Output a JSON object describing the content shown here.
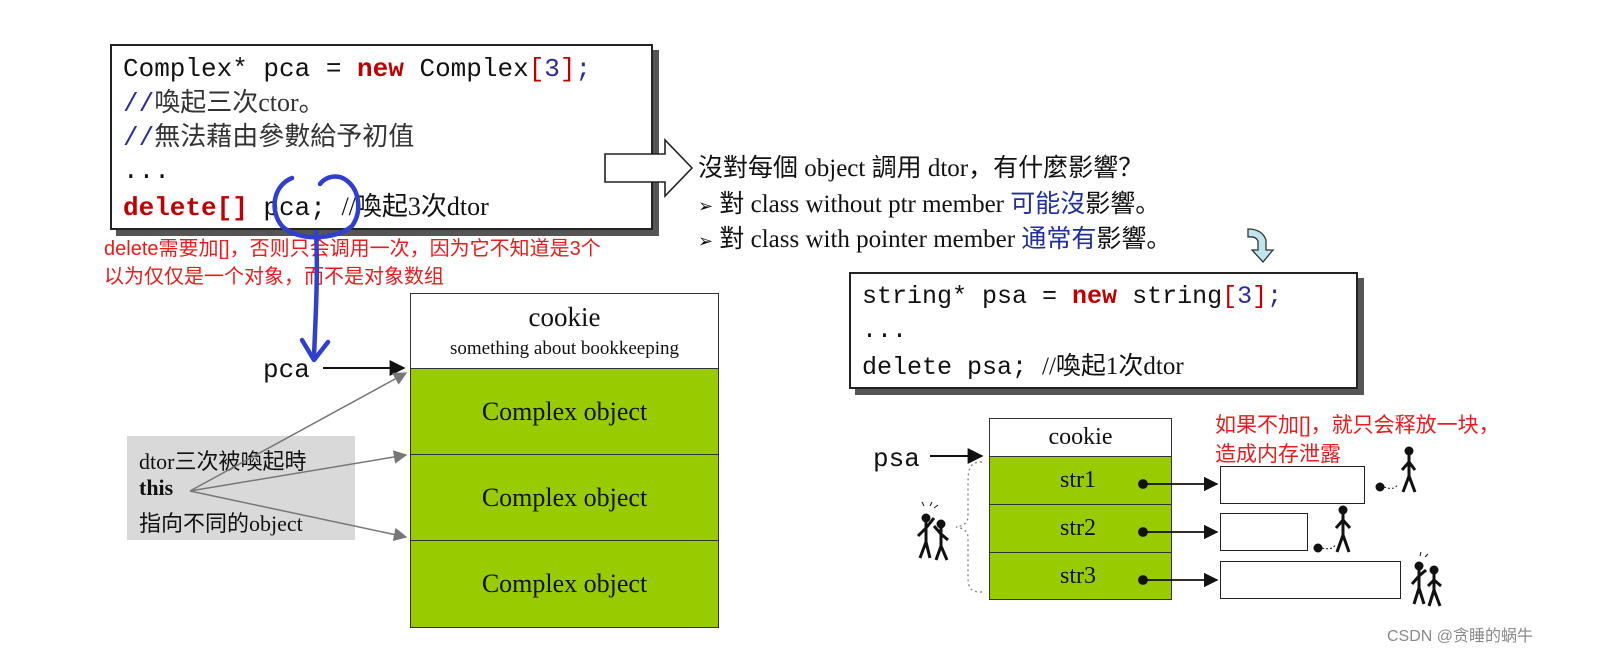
{
  "left_code": {
    "line1": {
      "a": "Complex* pca = ",
      "kw": "new",
      "b": " Complex",
      "br1": "[",
      "num": "3",
      "br2": "]",
      "semi": ";"
    },
    "line2": {
      "mark": "//",
      "text": "喚起三次ctor。"
    },
    "line3": {
      "mark": "//",
      "text": "無法藉由參數給予初值"
    },
    "line4": "...",
    "line5": {
      "kw": "delete[]",
      "code": " pca; ",
      "comment": "//喚起3次dtor"
    }
  },
  "left_note": {
    "line1": "delete需要加[]，否则只会调用一次，因为它不知道是3个",
    "line2": "以为仅仅是一个对象，而不是对象数组"
  },
  "left_diagram": {
    "pointer": "pca",
    "cookie_title": "cookie",
    "cookie_sub": "something about bookkeeping",
    "cells": [
      "Complex object",
      "Complex object",
      "Complex object"
    ],
    "dtor_note": {
      "line1": "dtor三次被喚起時",
      "line2": "this",
      "line3": "指向不同的object"
    }
  },
  "right_text": {
    "question": "沒對每個 object 調用 dtor，有什麼影響？",
    "bullet1": {
      "pre": "對 class without ptr member ",
      "hl": "可能沒",
      "post": "影響。"
    },
    "bullet2": {
      "pre": "對 class with pointer member ",
      "hl": "通常有",
      "post": "影響。"
    },
    "bullet_glyph": "➢"
  },
  "right_code": {
    "line1": {
      "a": "string* psa = ",
      "kw": "new",
      "b": " string",
      "br1": "[",
      "num": "3",
      "br2": "]",
      "semi": ";"
    },
    "line2": "...",
    "line3": {
      "code": "delete psa; ",
      "comment": "//喚起1次dtor"
    }
  },
  "right_diagram": {
    "pointer": "psa",
    "cookie_title": "cookie",
    "cells": [
      "str1",
      "str2",
      "str3"
    ]
  },
  "right_note": {
    "line1": "如果不加[]，就只会释放一块，",
    "line2": "造成内存泄露"
  },
  "watermark": "CSDN @贪睡的蜗牛",
  "colors": {
    "green": "#99cc00",
    "keyword_red": "#c00000",
    "note_red": "#e81c1c",
    "highlight_blue": "#1f2f9f",
    "pen_blue": "#2f3fd0",
    "note_gray": "#d9d9d9"
  }
}
